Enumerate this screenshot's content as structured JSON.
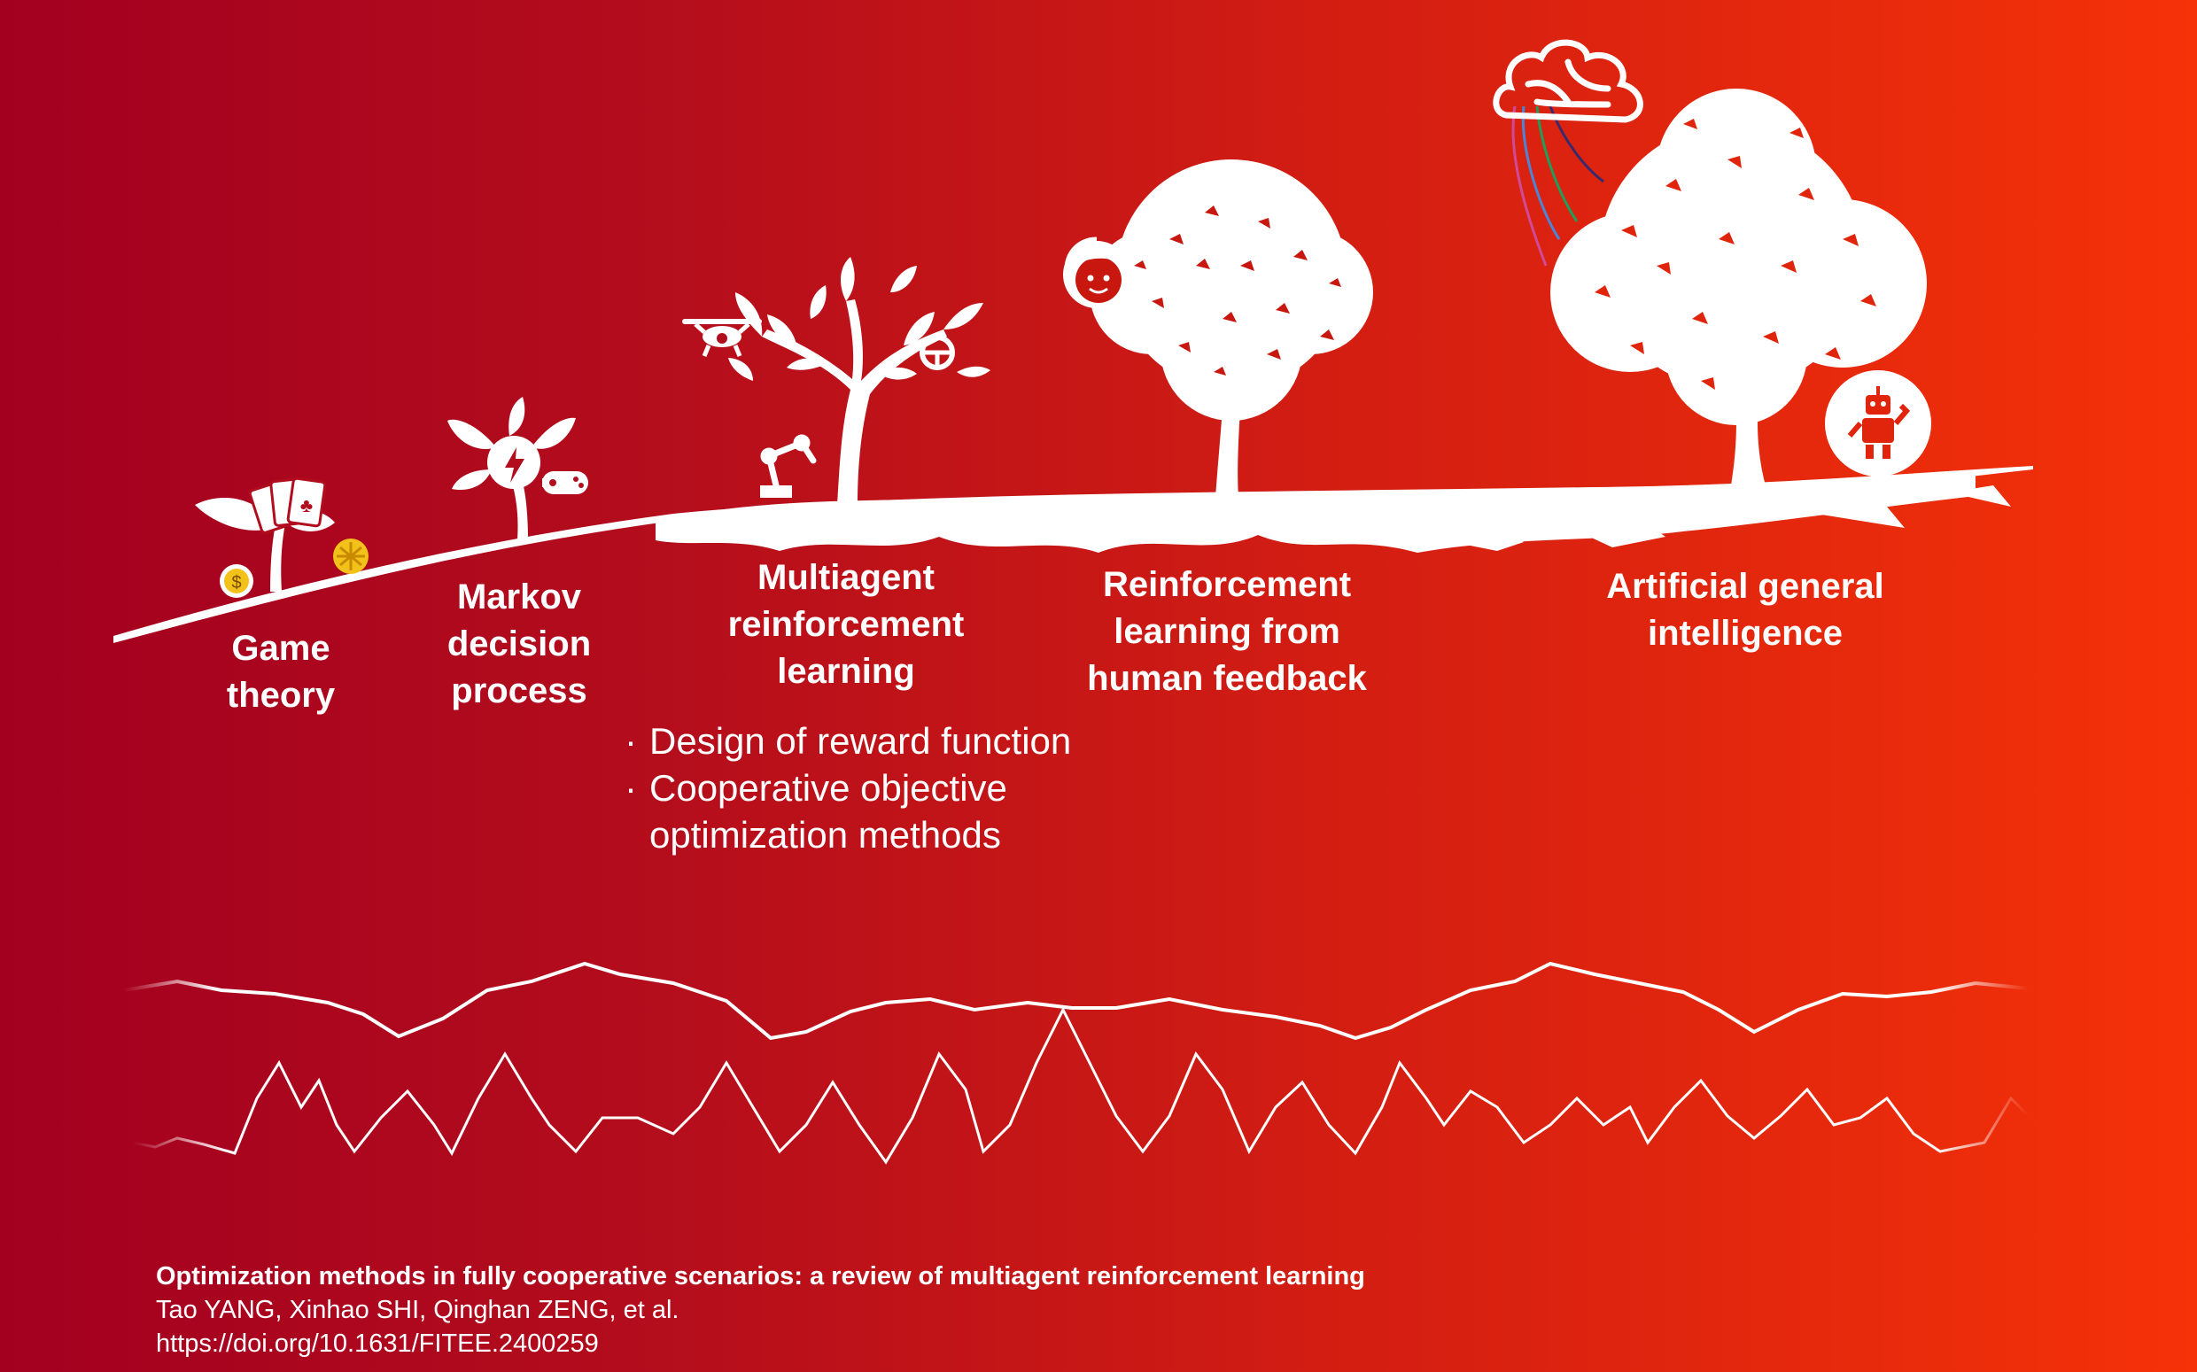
{
  "stages": [
    {
      "label": "Game\ntheory"
    },
    {
      "label": "Markov\ndecision\nprocess"
    },
    {
      "label": "Multiagent\nreinforcement\nlearning"
    },
    {
      "label": "Reinforcement\nlearning from\nhuman feedback"
    },
    {
      "label": "Artificial general\nintelligence"
    }
  ],
  "marl_points": [
    "Design of reward function",
    "Cooperative objective\noptimization methods"
  ],
  "citation": {
    "title": "Optimization methods in fully cooperative scenarios: a review of multiagent reinforcement learning",
    "authors": "Tao YANG, Xinhao SHI, Qinghan ZENG, et al.",
    "doi": "https://doi.org/10.1631/FITEE.2400259"
  },
  "colors": {
    "gradient_left": "#a30020",
    "gradient_right": "#f53208",
    "foreground": "#ffffff",
    "coin": "#f2c21b"
  },
  "icons": [
    "coin-icon",
    "playing-cards-icon",
    "chess-board-icon",
    "lightbulb-icon",
    "gamepad-icon",
    "drone-icon",
    "robot-arm-icon",
    "steering-wheel-icon",
    "human-face-icon",
    "brain-icon",
    "robot-icon"
  ]
}
